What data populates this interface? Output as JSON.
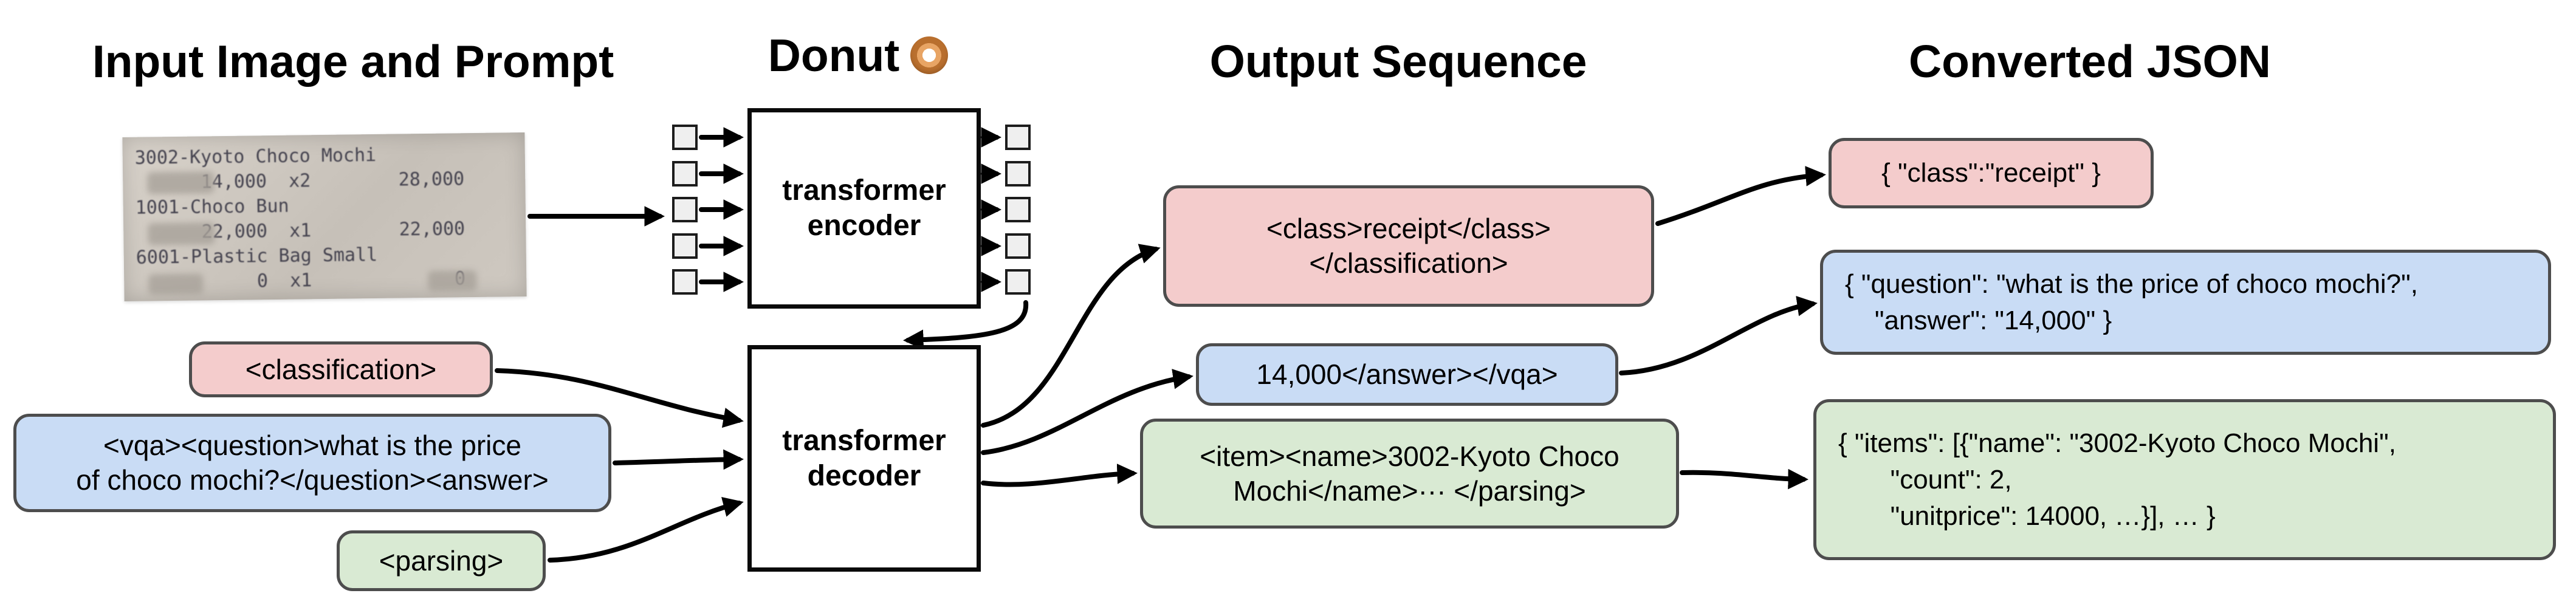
{
  "headings": {
    "col1": "Input Image and Prompt",
    "col2": "Donut",
    "col3": "Output Sequence",
    "col4": "Converted JSON"
  },
  "receipt": {
    "lines": [
      "3002-Kyoto Choco Mochi",
      "      14,000  x2        28,000",
      "1001-Choco Bun",
      "      22,000  x1        22,000",
      "6001-Plastic Bag Small",
      "           0  x1             0"
    ]
  },
  "prompts": {
    "classification": "<classification>",
    "vqa": [
      "<vqa><question>what is the price",
      "of choco mochi?</question><answer>"
    ],
    "parsing": "<parsing>"
  },
  "model": {
    "encoder": [
      "transformer",
      "encoder"
    ],
    "decoder": [
      "transformer",
      "decoder"
    ]
  },
  "outputs": {
    "classification": [
      "<class>receipt</class>",
      "</classification>"
    ],
    "vqa": "14,000</answer></vqa>",
    "parsing": [
      "<item><name>3002-Kyoto Choco",
      "Mochi</name>··· </parsing>"
    ]
  },
  "json": {
    "classification": "{ \"class\":\"receipt\" }",
    "vqa": [
      "{ \"question\": \"what is the price of choco mochi?\",",
      "    \"answer\": \"14,000\" }"
    ],
    "parsing": [
      "{ \"items\": [{\"name\": \"3002-Kyoto Choco Mochi\",",
      "       \"count\": 2,",
      "       \"unitprice\": 14000, …}], … }"
    ]
  },
  "colors": {
    "classification_fill": "#f4cccc",
    "vqa_fill": "#c9dcf5",
    "parsing_fill": "#d9ead3",
    "box_border": "#4d4d4d",
    "arrow": "#000000"
  }
}
